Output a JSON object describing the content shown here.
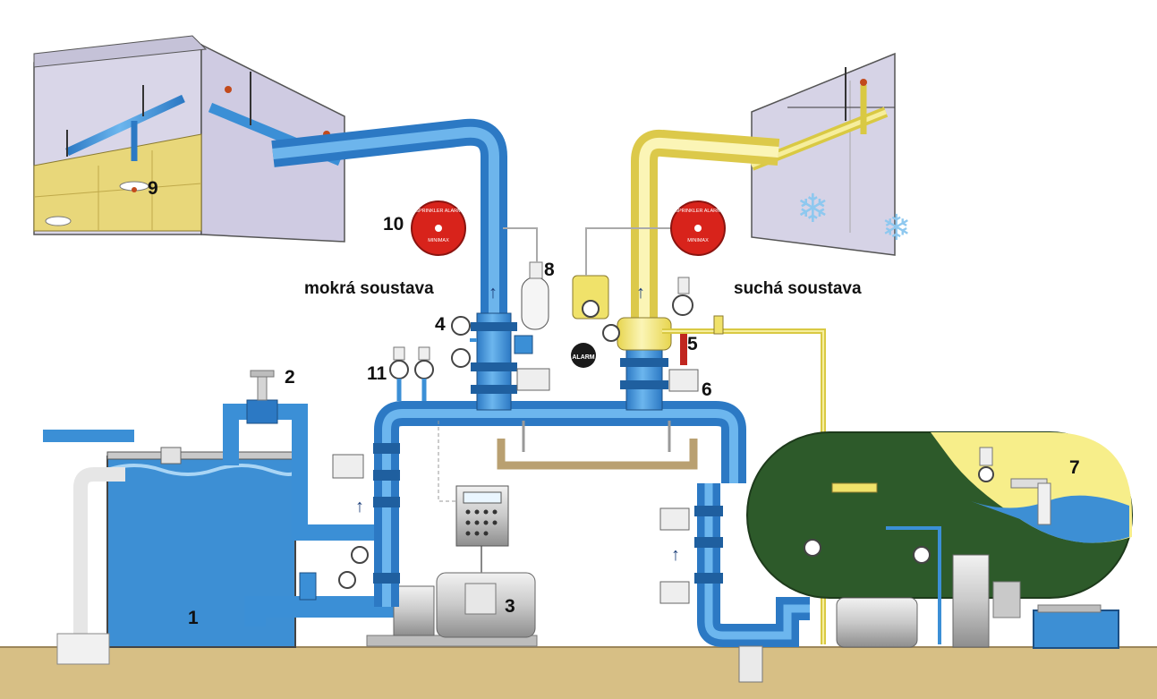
{
  "labels": {
    "wet_system": "mokrá soustava",
    "dry_system": "suchá soustava"
  },
  "callouts": {
    "n1": "1",
    "n2": "2",
    "n3": "3",
    "n4": "4",
    "n5": "5",
    "n6": "6",
    "n7": "7",
    "n8": "8",
    "n9": "9",
    "n10": "10",
    "n11": "11"
  },
  "bells": {
    "text": "SPRINKLER ALARM",
    "brand": "MINIMAX"
  },
  "alarm_badge": "ALARM",
  "colors": {
    "wet_pipe": "#3b8fd6",
    "dry_pipe": "#f3ea7a",
    "tank_water": "#3d8fd4",
    "pressure_tank": "#2d5a2a",
    "ground": "#d7bf85",
    "ceiling_wall": "#d6d3e6",
    "bell": "#d8231b"
  }
}
